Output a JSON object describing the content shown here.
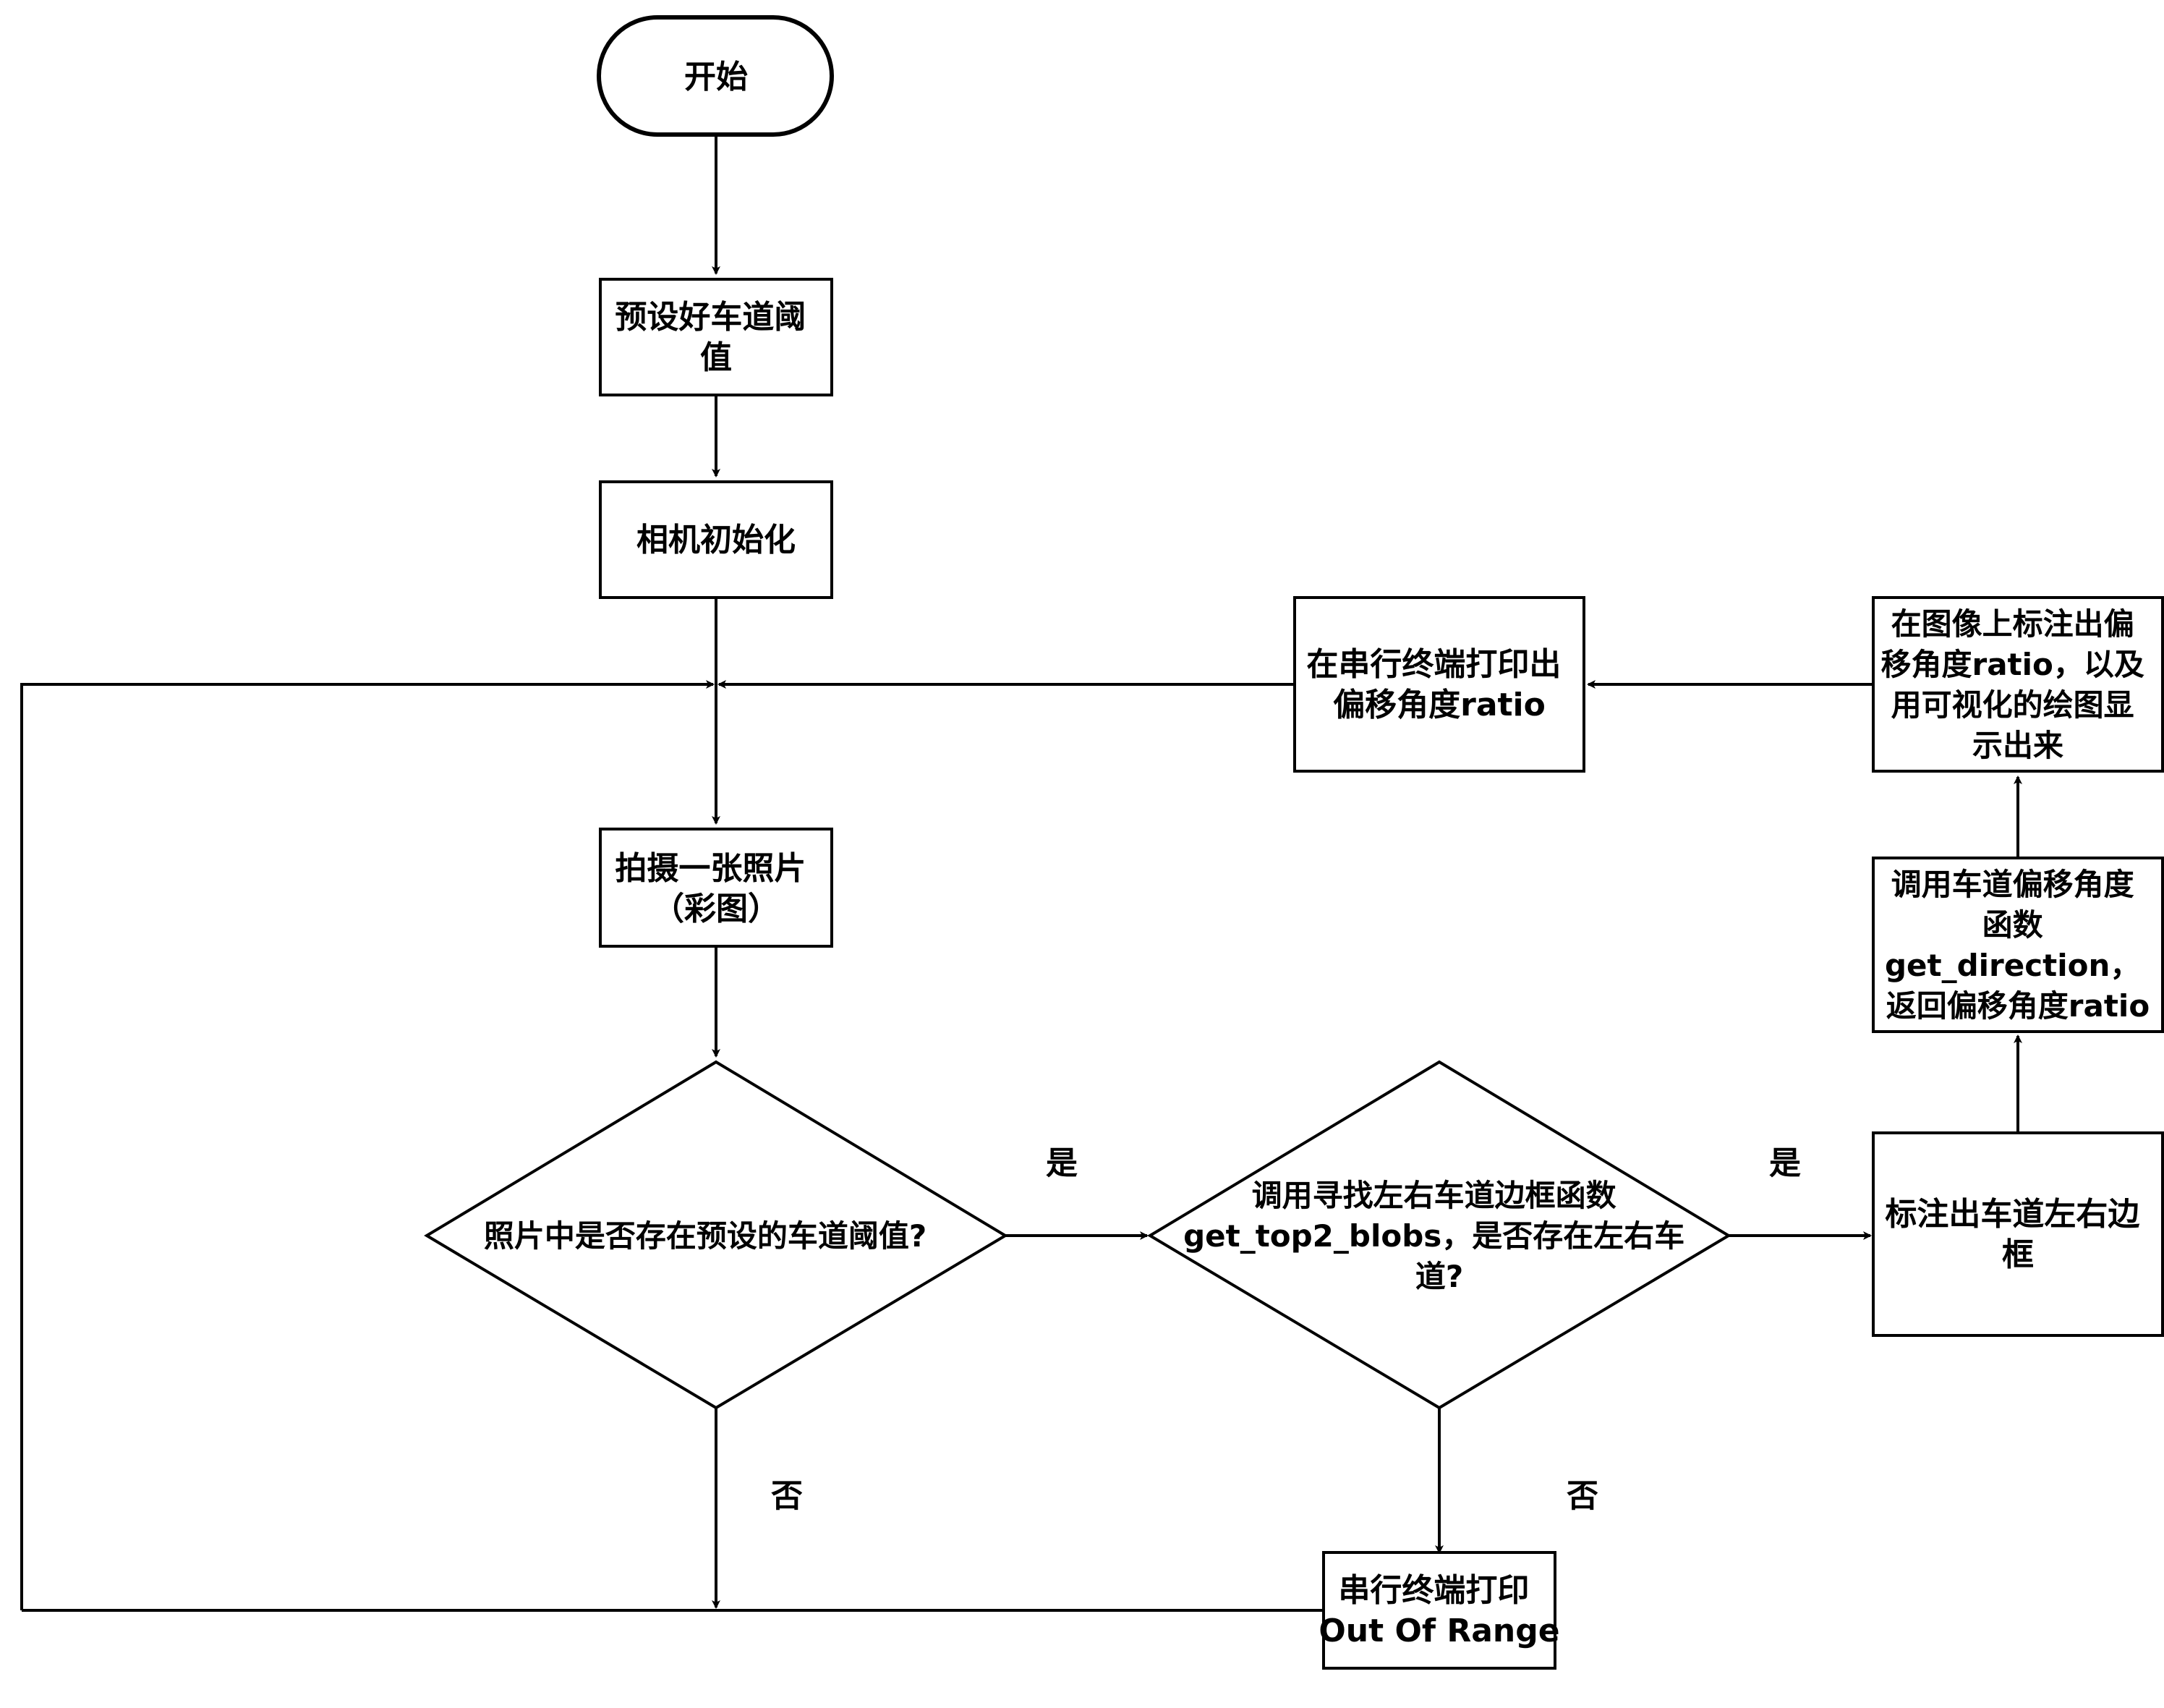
{
  "nodes": {
    "start": {
      "lines": [
        "开始"
      ]
    },
    "preset": {
      "lines": [
        "预设好车道阈",
        "值"
      ]
    },
    "camera": {
      "lines": [
        "相机初始化"
      ]
    },
    "photo": {
      "lines": [
        "拍摄一张照片",
        "（彩图）"
      ]
    },
    "check1": {
      "lines": [
        "照片中是否存在预设的车道阈值?"
      ]
    },
    "check2": {
      "lines": [
        "调用寻找左右车道边框函数",
        "get_top2_blobs，是否存在左右车",
        "道?"
      ]
    },
    "mark": {
      "lines": [
        "标注出车道左右边",
        "框"
      ]
    },
    "getdir": {
      "lines": [
        "调用车道偏移角度",
        "函数",
        "get_direction，",
        "返回偏移角度ratio"
      ]
    },
    "annot": {
      "lines": [
        "在图像上标注出偏",
        "移角度ratio，以及",
        "用可视化的绘图显",
        "示出来"
      ]
    },
    "print": {
      "lines": [
        "在串行终端打印出",
        "偏移角度ratio"
      ]
    },
    "oor": {
      "lines": [
        "串行终端打印",
        "Out Of Range"
      ]
    }
  },
  "edge_labels": {
    "yes1": "是",
    "yes2": "是",
    "no1": "否",
    "no2": "否"
  }
}
